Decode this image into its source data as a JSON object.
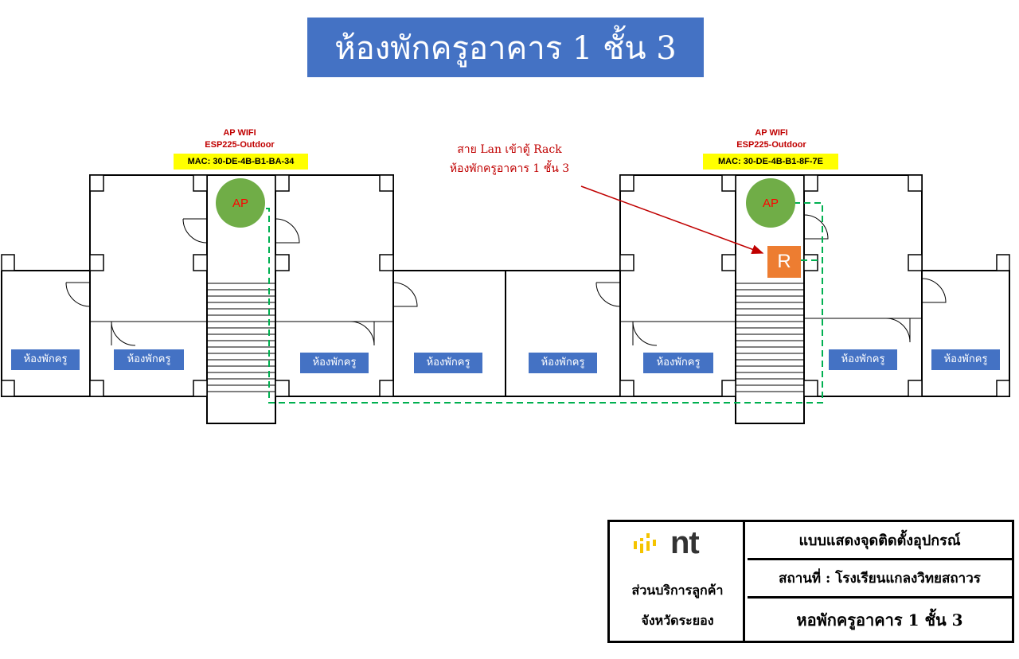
{
  "title": "ห้องพักครูอาคาร 1 ชั้น 3",
  "access_points": [
    {
      "line1": "AP WIFI",
      "line2": "ESP225-Outdoor",
      "mac": "MAC: 30-DE-4B-B1-BA-34",
      "symbol": "AP"
    },
    {
      "line1": "AP WIFI",
      "line2": "ESP225-Outdoor",
      "mac": "MAC: 30-DE-4B-B1-8F-7E",
      "symbol": "AP"
    }
  ],
  "rack": {
    "symbol": "R"
  },
  "annotation": {
    "line1": "สาย Lan เข้าตู้ Rack",
    "line2": "ห้องพักครูอาคาร 1 ชั้น 3"
  },
  "rooms": [
    "ห้องพักครู",
    "ห้องพักครู",
    "ห้องพักครู",
    "ห้องพักครู",
    "ห้องพักครู",
    "ห้องพักครู",
    "ห้องพักครู",
    "ห้องพักครู"
  ],
  "title_block": {
    "logo_text": "nt",
    "dept_line1": "ส่วนบริการลูกค้า",
    "dept_line2": "จังหวัดระยอง",
    "heading": "แบบแสดงจุดติดตั้งอุปกรณ์",
    "location": "สถานที่ : โรงเรียนแกลงวิทยสถาวร",
    "building": "หอพักครูอาคาร 1 ชั้น 3"
  },
  "colors": {
    "banner": "#4472c4",
    "ap_circle": "#70ad47",
    "rack": "#ed7d31",
    "lan_cable": "#00b050",
    "annotation": "#c00000",
    "mac_highlight": "#ffff00"
  }
}
